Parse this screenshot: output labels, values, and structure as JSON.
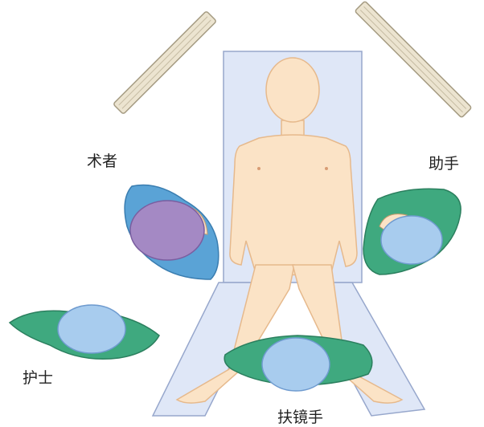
{
  "labels": {
    "surgeon": "术者",
    "assistant": "助手",
    "nurse": "护士",
    "scope_holder": "扶镜手"
  },
  "colors": {
    "table": "#dfe7f7",
    "table_edge": "#97a7cc",
    "skin": "#fbe3c6",
    "skin_edge": "#e6b98c",
    "surgeon_gown": "#5aa3d6",
    "surgeon_cap": "#a489c4",
    "staff_gown": "#3fa97f",
    "cap_blue": "#a8ccee",
    "lamp": "#ece4d0",
    "lamp_edge": "#a59b82"
  },
  "icons": [
    "surgical-lamp-icon",
    "operating-table-icon",
    "patient-body-icon",
    "surgeon-figure-icon",
    "assistant-figure-icon",
    "nurse-figure-icon",
    "scope-holder-figure-icon"
  ]
}
